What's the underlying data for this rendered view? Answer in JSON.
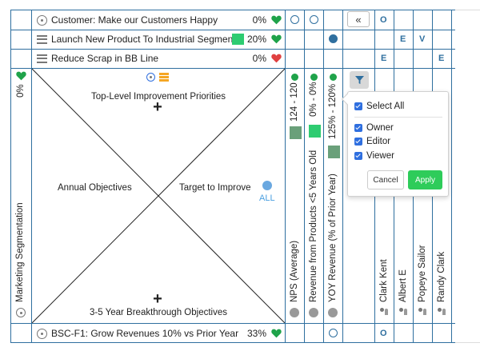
{
  "objectives": [
    {
      "label": "Customer: Make our Customers Happy",
      "percent": "0%",
      "status": "green",
      "icon": "compass-icon"
    },
    {
      "label": "Launch New Product To Industrial Segment",
      "percent": "20%",
      "status": "green",
      "icon": "list-icon"
    },
    {
      "label": "Reduce Scrap in BB Line",
      "percent": "0%",
      "status": "red",
      "icon": "list-icon"
    }
  ],
  "matrix": {
    "top_label": "Top-Level Improvement Priorities",
    "left_label": "Annual Objectives",
    "right_label": "Target to Improve",
    "bottom_label": "3-5 Year Breakthrough Objectives",
    "right_badge": "ALL",
    "side_label": "Marketing Segmentation",
    "side_percent": "0%"
  },
  "bottom_row": {
    "label": "BSC-F1: Grow Revenues 10% vs Prior Year",
    "percent": "33%",
    "status": "green"
  },
  "metrics": [
    {
      "name": "NPS (Average)",
      "range": "124 - 120"
    },
    {
      "name": "Revenue from Products <5 Years Old",
      "range": "0% - 0%"
    },
    {
      "name": "YOY Revenue (% of Prior Year)",
      "range": "125% - 120%"
    }
  ],
  "people": [
    {
      "name": "Clark Kent"
    },
    {
      "name": "Albert E"
    },
    {
      "name": "Popeye Sailor"
    },
    {
      "name": "Randy Clark"
    }
  ],
  "grid_letters": {
    "row1": [
      "O"
    ],
    "row2": [
      "E",
      "V"
    ],
    "row3": [
      "E",
      "E"
    ],
    "bottom": [
      "O"
    ]
  },
  "filter_popup": {
    "select_all": "Select All",
    "options": [
      "Owner",
      "Editor",
      "Viewer"
    ],
    "cancel": "Cancel",
    "apply": "Apply"
  },
  "colors": {
    "accent": "#2f6f9f",
    "green": "#1fa34a",
    "red": "#e04040",
    "square": "#6aa07a"
  }
}
